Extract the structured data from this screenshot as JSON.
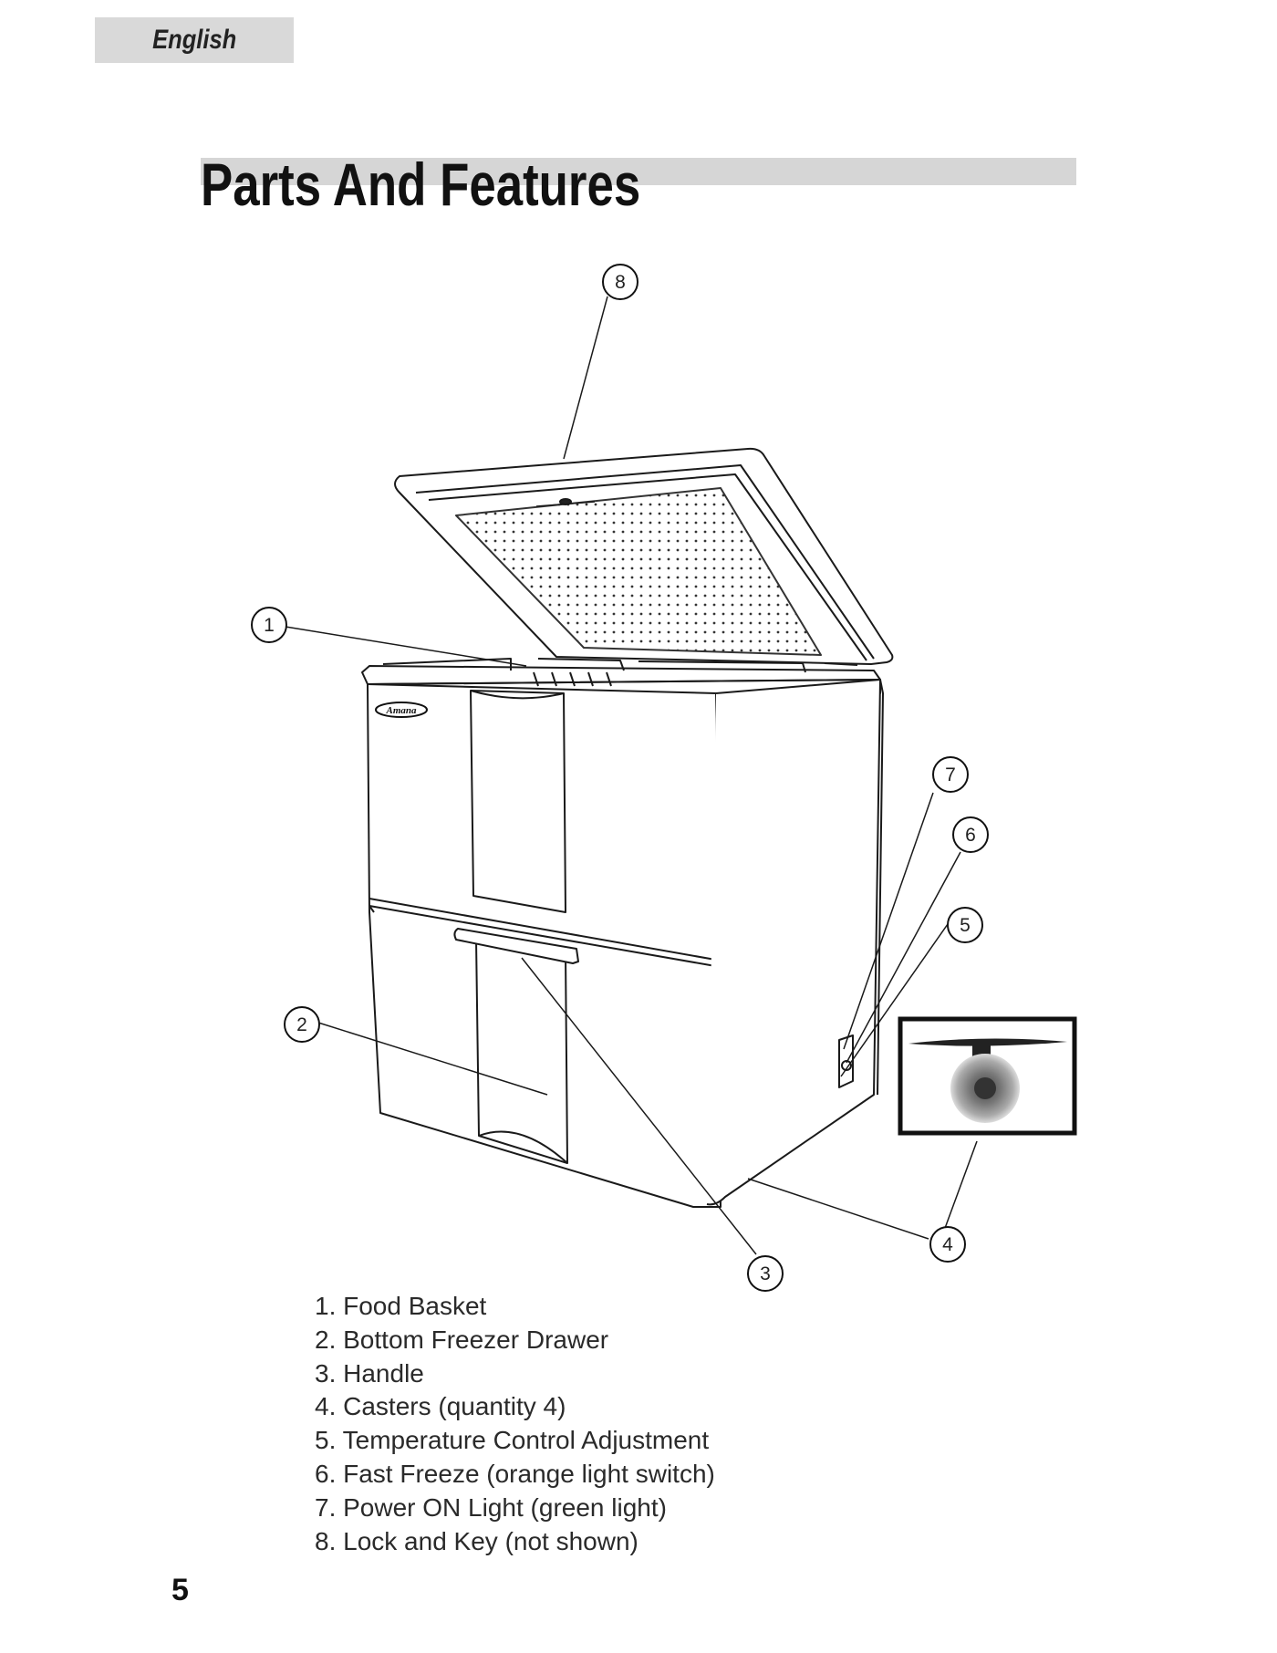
{
  "header": {
    "language_tab": "English"
  },
  "page_title": "Parts And Features",
  "figure": {
    "brand_logo": "Amana",
    "callouts": [
      "1",
      "2",
      "3",
      "4",
      "5",
      "6",
      "7",
      "8"
    ]
  },
  "parts": [
    "1. Food Basket",
    "2. Bottom Freezer Drawer",
    "3. Handle",
    "4. Casters (quantity 4)",
    "5. Temperature Control Adjustment",
    "6. Fast Freeze (orange light switch)",
    "7. Power ON Light (green light)",
    "8. Lock and Key (not shown)"
  ],
  "page_number": "5"
}
